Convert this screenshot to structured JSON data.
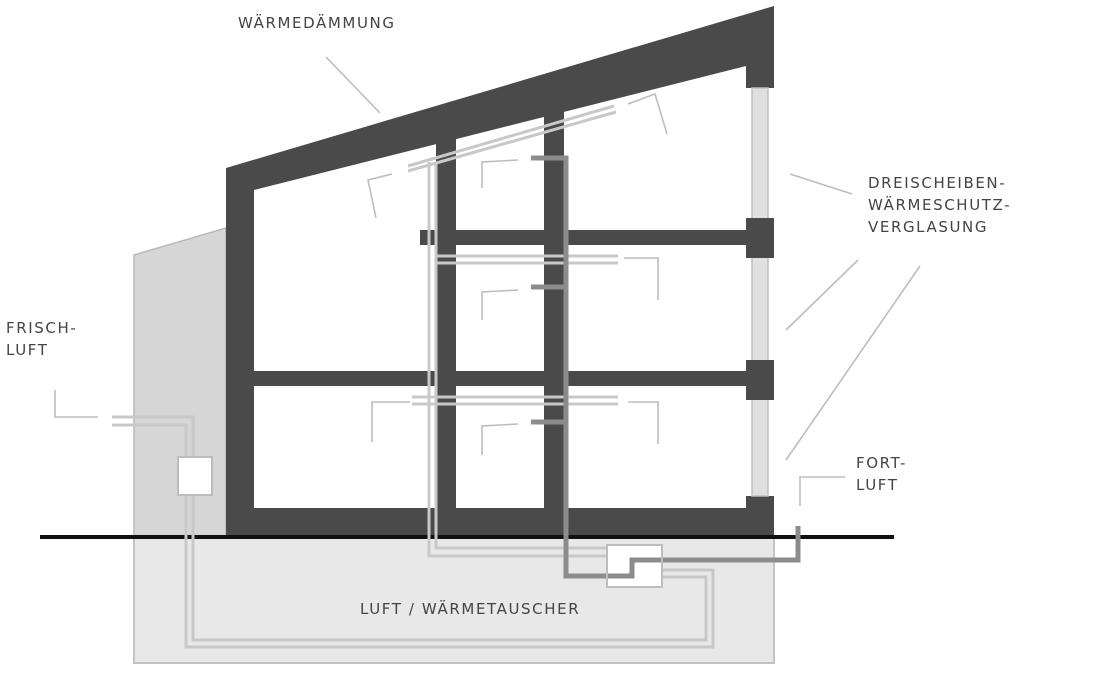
{
  "labels": {
    "insulation": "WÄRMEDÄMMUNG",
    "glazing": [
      "DREISCHEIBEN-",
      "WÄRMESCHUTZ-",
      "VERGLASUNG"
    ],
    "fresh_air": [
      "FRISCH-",
      "LUFT"
    ],
    "exhaust_air": [
      "FORT-",
      "LUFT"
    ],
    "heat_exchanger": "LUFT / WÄRMETAUSCHER"
  },
  "colors": {
    "wall": "#4a4a4a",
    "ground_fill": "#e6e6e6",
    "neighbor_fill": "#d6d6d6",
    "duct_light": "#c8c8c8",
    "duct_dark": "#8c8c8c",
    "leader": "#bdbdbd",
    "ground_line": "#111111",
    "text": "#444444"
  }
}
